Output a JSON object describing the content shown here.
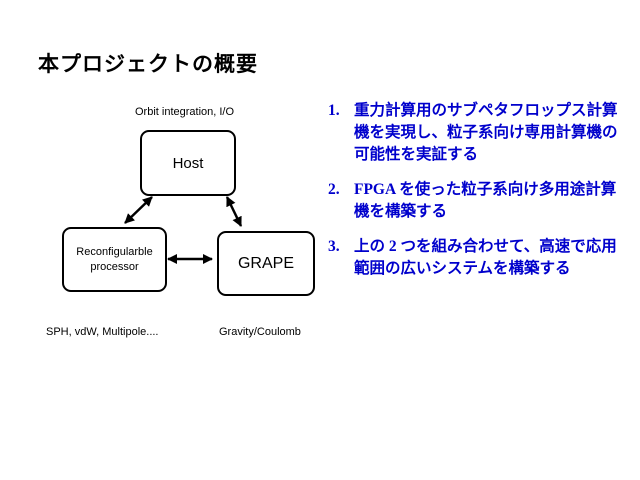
{
  "slide": {
    "title": "本プロジェクトの概要"
  },
  "diagram": {
    "host_caption": "Orbit integration, I/O",
    "host_label": "Host",
    "reconfig_label_line1": "Reconfigularble",
    "reconfig_label_line2": "processor",
    "reconfig_caption": "SPH, vdW, Multipole....",
    "grape_label": "GRAPE",
    "grape_caption": "Gravity/Coulomb"
  },
  "goals": {
    "accent_color": "#0000cc",
    "items": [
      {
        "number": "1.",
        "text": "重力計算用のサブペタフロップス計算機を実現し、粒子系向け専用計算機の可能性を実証する"
      },
      {
        "number": "2.",
        "text": "FPGA を使った粒子系向け多用途計算機を構築する"
      },
      {
        "number": "3.",
        "text": "上の 2 つを組み合わせて、高速で応用範囲の広いシステムを構築する"
      }
    ]
  }
}
